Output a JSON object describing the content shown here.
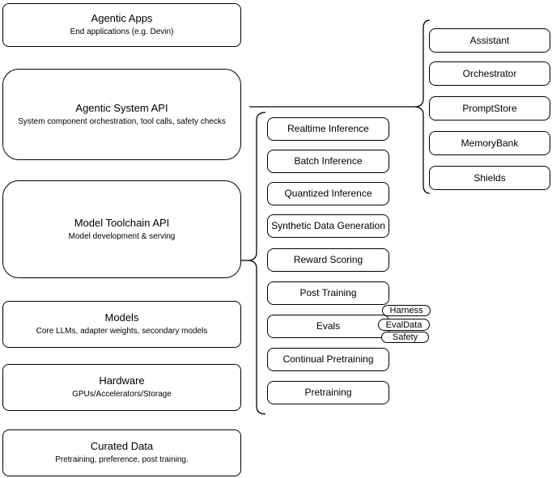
{
  "left_column": {
    "boxes": [
      {
        "title": "Agentic Apps",
        "subtitle": "End applications (e.g. Devin)"
      },
      {
        "title": "Agentic System API",
        "subtitle": "System component orchestration, tool calls, safety checks"
      },
      {
        "title": "Model Toolchain API",
        "subtitle": "Model development & serving"
      },
      {
        "title": "Models",
        "subtitle": "Core LLMs, adapter weights, secondary models"
      },
      {
        "title": "Hardware",
        "subtitle": "GPUs/Accelerators/Storage"
      },
      {
        "title": "Curated Data",
        "subtitle": "Pretraining, preference, post training."
      }
    ]
  },
  "toolchain_services": {
    "items": [
      {
        "label": "Realtime Inference"
      },
      {
        "label": "Batch Inference"
      },
      {
        "label": "Quantized Inference"
      },
      {
        "label": "Synthetic Data Generation"
      },
      {
        "label": "Reward Scoring"
      },
      {
        "label": "Post Training"
      },
      {
        "label": "Evals"
      },
      {
        "label": "Continual Pretraining"
      },
      {
        "label": "Pretraining"
      }
    ]
  },
  "eval_tags": {
    "items": [
      {
        "label": "Harness"
      },
      {
        "label": "EvalData"
      },
      {
        "label": "Safety"
      }
    ]
  },
  "system_components": {
    "items": [
      {
        "label": "Assistant"
      },
      {
        "label": "Orchestrator"
      },
      {
        "label": "PromptStore"
      },
      {
        "label": "MemoryBank"
      },
      {
        "label": "Shields"
      }
    ]
  },
  "colors": {
    "stroke": "#000000",
    "background": "#ffffff",
    "text": "#000000"
  }
}
